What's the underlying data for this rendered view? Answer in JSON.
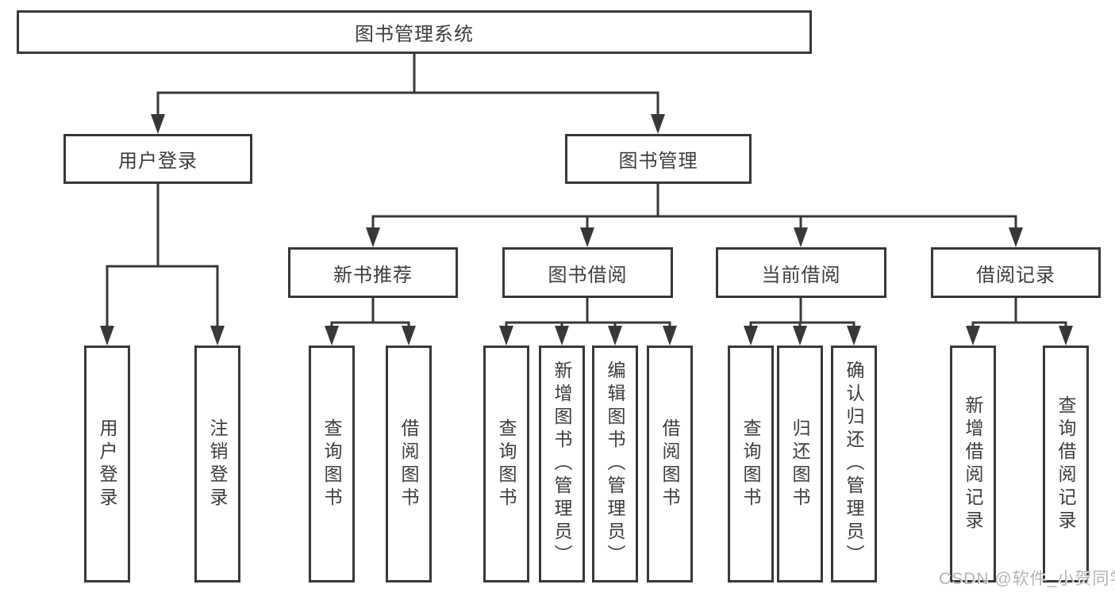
{
  "diagram": {
    "colors": {
      "line": "#383838",
      "box_border": "#383838",
      "box_fill": "#ffffff",
      "text": "#3c3c3c",
      "watermark": "#b4b4b4",
      "background": "#ffffff"
    },
    "nodes": {
      "root": {
        "label": "图书管理系统"
      },
      "branches": [
        {
          "label": "用户登录"
        },
        {
          "label": "图书管理"
        }
      ],
      "modules": [
        {
          "label": "新书推荐",
          "parent": "图书管理"
        },
        {
          "label": "图书借阅",
          "parent": "图书管理"
        },
        {
          "label": "当前借阅",
          "parent": "图书管理"
        },
        {
          "label": "借阅记录",
          "parent": "图书管理"
        }
      ],
      "leaves": [
        {
          "label": "用户登录",
          "parent": "用户登录"
        },
        {
          "label": "注销登录",
          "parent": "用户登录"
        },
        {
          "label": "查询图书",
          "parent": "新书推荐"
        },
        {
          "label": "借阅图书",
          "parent": "新书推荐"
        },
        {
          "label": "查询图书",
          "parent": "图书借阅"
        },
        {
          "label": "新增图书（管理员）",
          "parent": "图书借阅"
        },
        {
          "label": "编辑图书（管理员）",
          "parent": "图书借阅"
        },
        {
          "label": "借阅图书",
          "parent": "图书借阅"
        },
        {
          "label": "查询图书",
          "parent": "当前借阅"
        },
        {
          "label": "归还图书",
          "parent": "当前借阅"
        },
        {
          "label": "确认归还（管理员）",
          "parent": "当前借阅"
        },
        {
          "label": "新增借阅记录",
          "parent": "借阅记录"
        },
        {
          "label": "查询借阅记录",
          "parent": "借阅记录"
        }
      ]
    },
    "watermark": {
      "text": "CSDN @软件_小贺同学"
    }
  }
}
